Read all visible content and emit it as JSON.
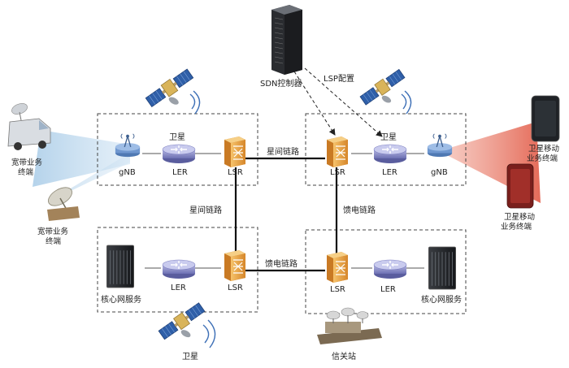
{
  "boxes": {
    "top_left": {
      "satellite_label": "卫星",
      "gnb_label": "gNB",
      "ler_label": "LER",
      "lsr_label": "LSR"
    },
    "top_right": {
      "satellite_label": "卫星",
      "gnb_label": "gNB",
      "ler_label": "LER",
      "lsr_label": "LSR"
    },
    "bottom_left": {
      "core_label": "核心网服务",
      "ler_label": "LER",
      "lsr_label": "LSR"
    },
    "bottom_right": {
      "core_label": "核心网服务",
      "ler_label": "LER",
      "lsr_label": "LSR"
    }
  },
  "links": {
    "top_horizontal": "星间链路",
    "left_vertical": "星间链路",
    "right_vertical": "馈电链路",
    "bottom_horizontal": "馈电链路"
  },
  "sdn": {
    "controller_label": "SDN控制器",
    "config_label": "LSP配置"
  },
  "terminals": {
    "left_vehicle_line1": "宽带业务",
    "left_vehicle_line2": "终端",
    "left_dish_line1": "宽带业务",
    "left_dish_line2": "终端",
    "right_phone_line1": "卫星移动",
    "right_phone_line2": "业务终端",
    "right_phone2_line1": "卫星移动",
    "right_phone2_line2": "业务终端"
  },
  "bottom_satellite_label": "卫星",
  "gateway_label": "信关站",
  "colors": {
    "left_beam": "#7fb0d8",
    "right_beam": "#e8604e",
    "router": "#8b8fc9",
    "lsr": "#e8a23a",
    "gnb": "#6f97cf"
  }
}
